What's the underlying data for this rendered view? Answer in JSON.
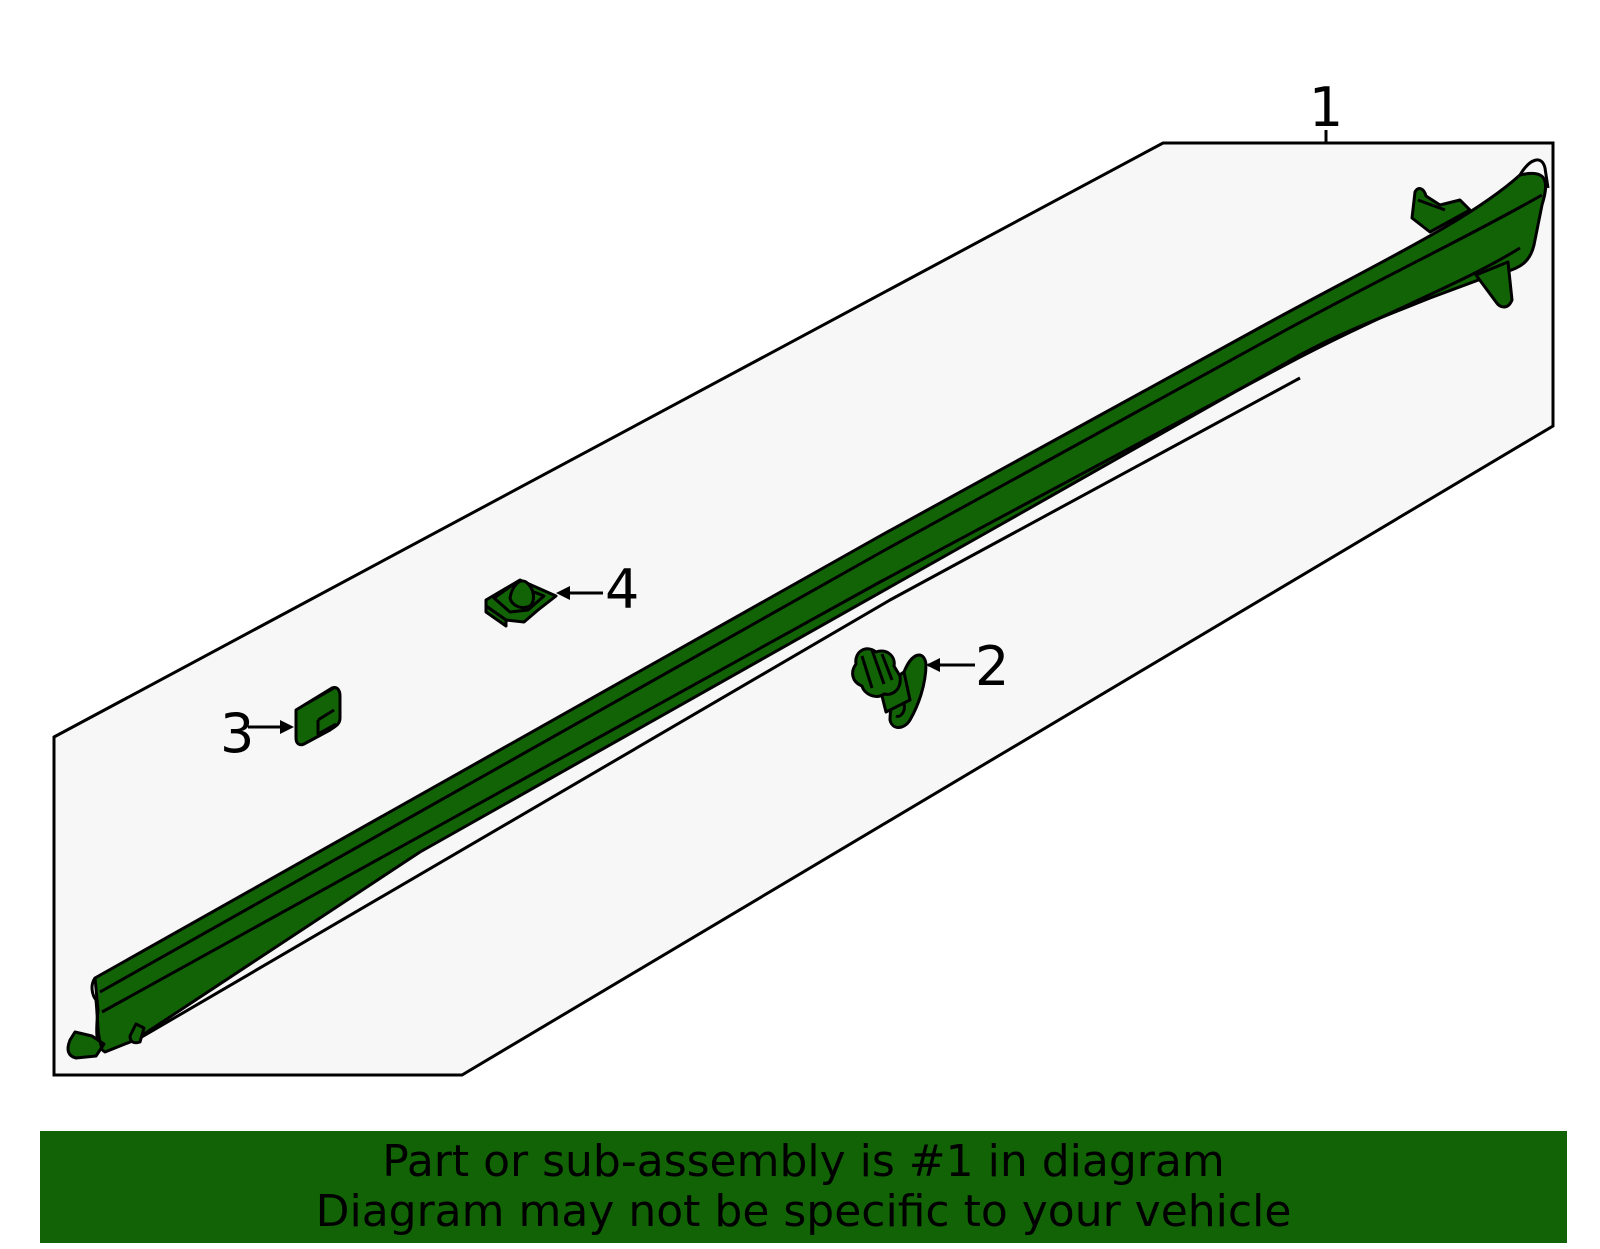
{
  "diagram": {
    "callouts": [
      {
        "id": "1",
        "label": "1"
      },
      {
        "id": "2",
        "label": "2"
      },
      {
        "id": "3",
        "label": "3"
      },
      {
        "id": "4",
        "label": "4"
      }
    ]
  },
  "footer": {
    "line1": "Part or sub-assembly is #1 in diagram",
    "line2": "Diagram may not be specific to your vehicle"
  },
  "colors": {
    "part_fill": "#116305",
    "panel_fill": "#f7f7f7",
    "footer_bg": "#116305",
    "outline": "#000000"
  }
}
